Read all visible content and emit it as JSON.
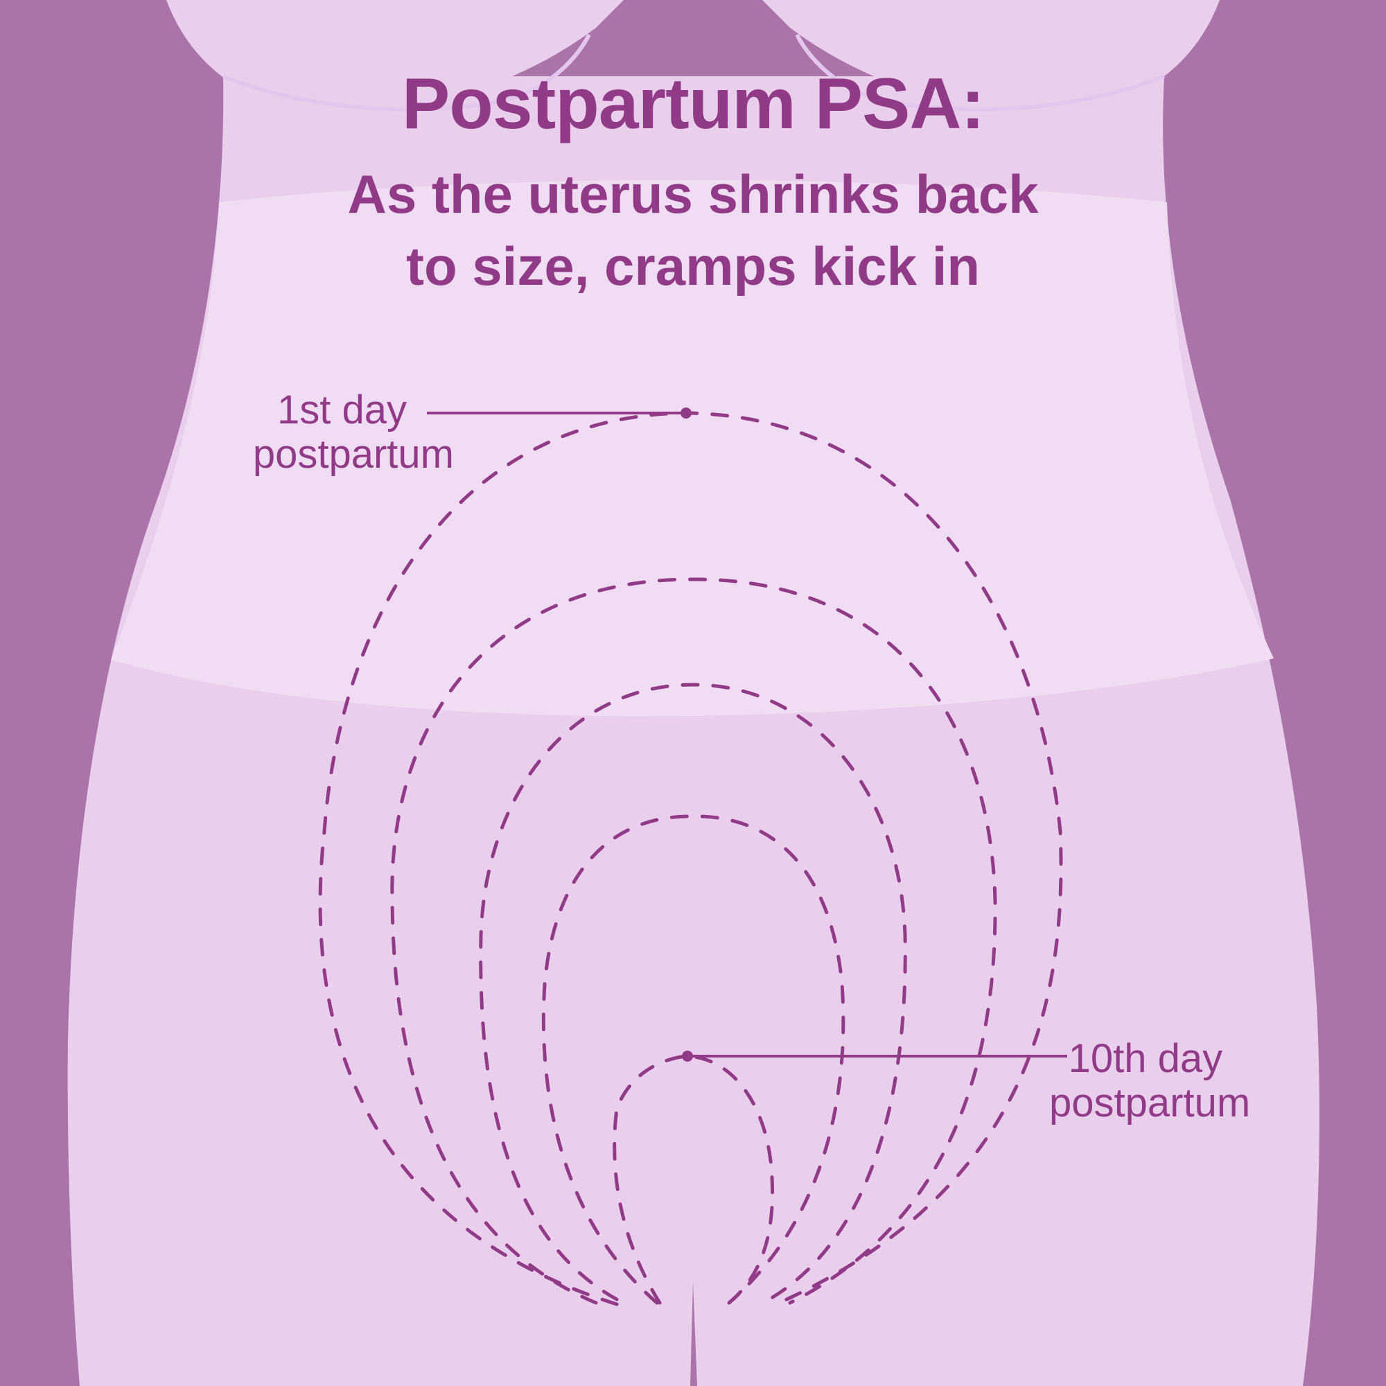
{
  "title": "Postpartum PSA:",
  "subtitle": {
    "line1": "As the uterus shrinks back",
    "line2": "to size, cramps kick in"
  },
  "labels": {
    "first_day": {
      "line1": "1st day",
      "line2": "postpartum"
    },
    "tenth_day": {
      "line1": "10th day",
      "line2": "postpartum"
    }
  },
  "illustration": {
    "subject": "torso-silhouette-with-shrinking-uterus-outlines",
    "outline_count": 5,
    "outline_style": "dashed"
  },
  "colors": {
    "background": "#ab74a8",
    "body_light": "#f0ddf3",
    "body_mid": "#e9cfec",
    "accent_text": "#913a87",
    "dashed_line": "#913a87"
  }
}
